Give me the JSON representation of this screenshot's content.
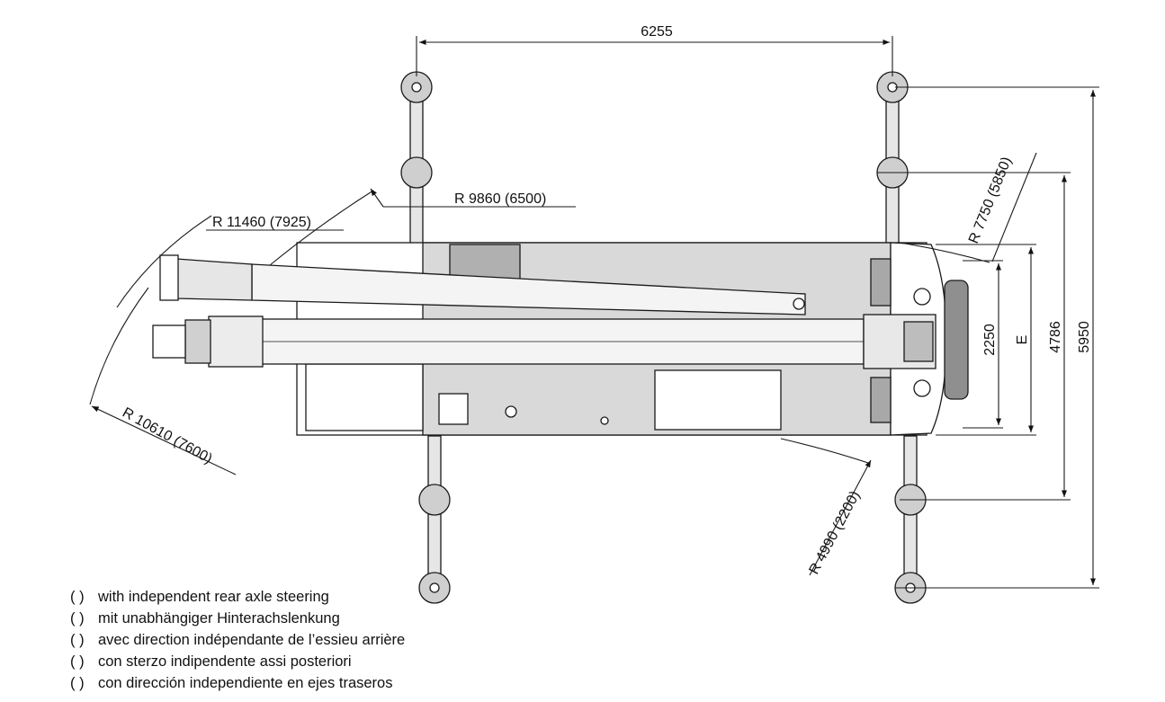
{
  "dimensions": {
    "track_width": "6255",
    "turning_radii": {
      "r1": "R 11460 (7925)",
      "r2": "R 9860 (6500)",
      "r3": "R 10610 (7600)",
      "r4": "R 7750 (5850)",
      "r5": "R 4990 (2200)"
    },
    "vertical": {
      "d2250": "2250",
      "dE": "E",
      "d4786": "4786",
      "d5950": "5950"
    }
  },
  "legend": {
    "marker": "( )",
    "lines": [
      "with independent rear axle steering",
      "mit unabhängiger Hinterachslenkung",
      "avec direction indépendante de l’essieu arrière",
      "con sterzo indipendente assi posteriori",
      "con dirección independiente en ejes traseros"
    ]
  },
  "colors": {
    "line": "#1a1a1a",
    "body_fill": "#d9d9d9",
    "boom_fill": "#f4f4f4",
    "pad_fill": "#c8c8c8"
  }
}
